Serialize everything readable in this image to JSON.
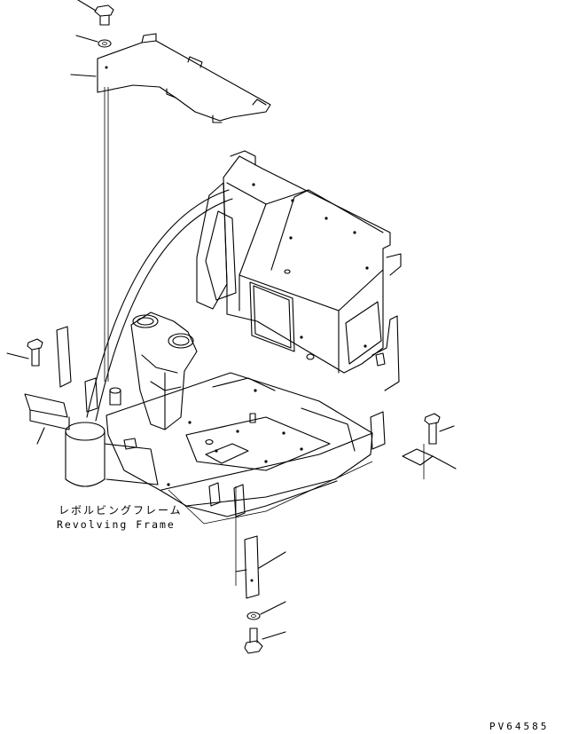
{
  "labels": {
    "part_jp": "レボルビングフレーム",
    "part_en": "Revolving Frame",
    "drawing_code": "PV64585"
  },
  "colors": {
    "line": "#000000",
    "background": "#ffffff"
  }
}
